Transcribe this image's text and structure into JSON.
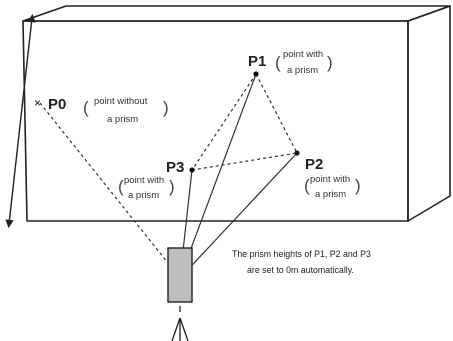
{
  "points": {
    "p0": {
      "name": "P0",
      "line1": "point without",
      "line2": "a prism"
    },
    "p1": {
      "name": "P1",
      "line1": "point with",
      "line2": "a prism"
    },
    "p2": {
      "name": "P2",
      "line1": "point with",
      "line2": "a prism"
    },
    "p3": {
      "name": "P3",
      "line1": "point with",
      "line2": "a prism"
    }
  },
  "note": {
    "line1": "The prism heights of P1, P2 and P3",
    "line2": "are set to 0m automatically."
  },
  "colors": {
    "stroke": "#222222",
    "instrument": "#bdbdbd",
    "text": "#1a1a1a"
  },
  "icons": {
    "instrument": "total-station-icon",
    "tripod": "tripod-icon",
    "height-arrow": "double-arrow-icon"
  }
}
